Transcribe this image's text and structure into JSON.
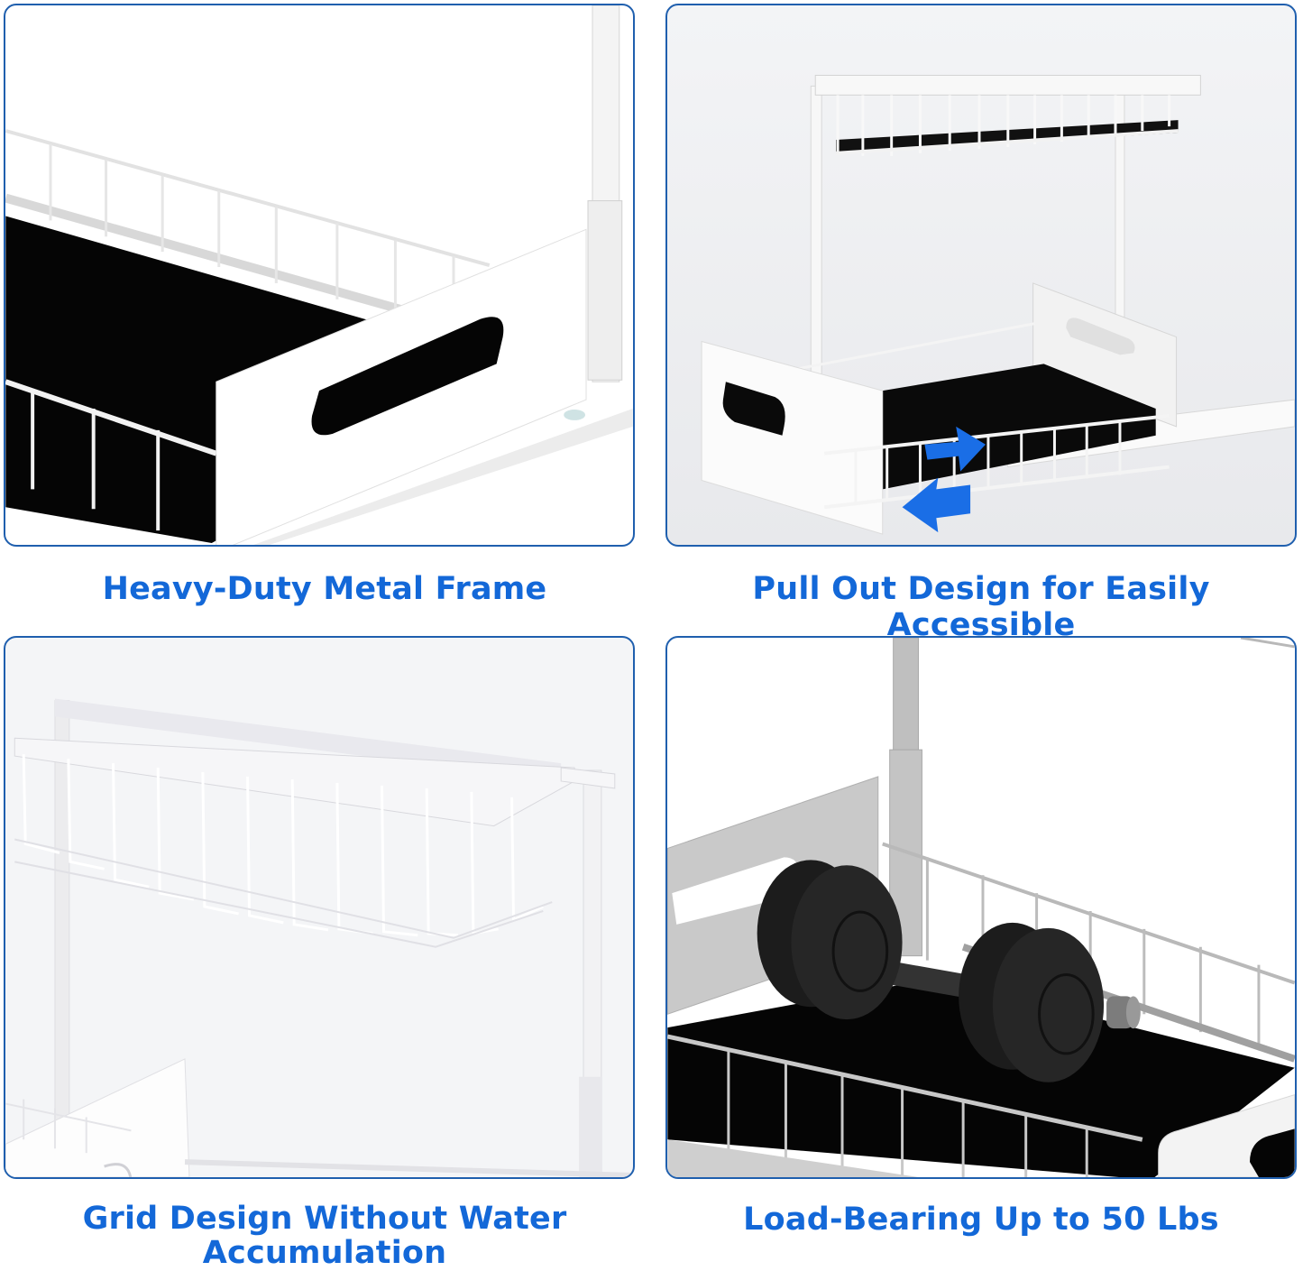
{
  "layout": {
    "panel_border_color": "#1f5fae",
    "caption_color": "#1368d8",
    "arrow_color": "#1a6ee6"
  },
  "features": [
    {
      "caption": "Heavy-Duty Metal Frame",
      "image": "close-up of white wire pull-out basket with black liner and handle panel"
    },
    {
      "caption": "Pull Out Design for Easily Accessible",
      "image": "two-tier organizer with bottom drawer sliding out, blue bidirectional arrows"
    },
    {
      "caption_line1": "Grid Design Without Water",
      "caption_line2": "Accumulation",
      "image": "close-up of upper white wire grid basket"
    },
    {
      "caption": "Load-Bearing Up to 50 Lbs",
      "image": "black dumbbell resting in bottom basket"
    }
  ]
}
